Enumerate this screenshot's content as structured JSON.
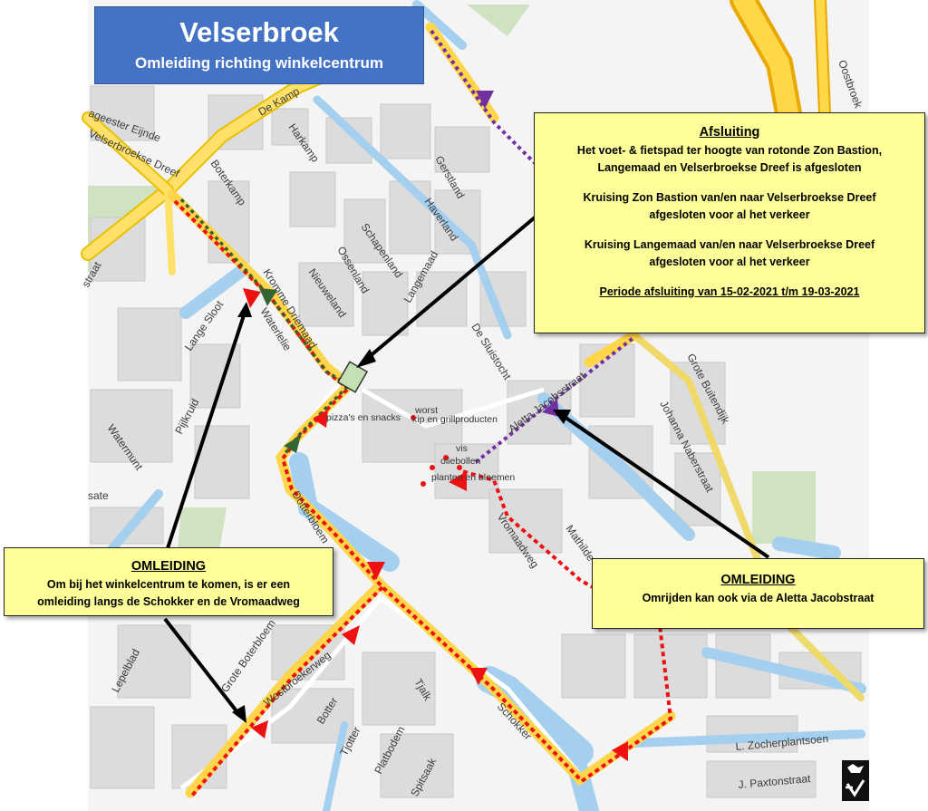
{
  "title": {
    "main": "Velserbroek",
    "sub": "Omleiding richting winkelcentrum"
  },
  "afsluiting": {
    "heading": "Afsluiting",
    "line1": "Het voet- & fietspad ter hoogte van rotonde Zon Bastion,",
    "line2": "Langemaad en Velserbroekse Dreef is afgesloten",
    "line3": "Kruising Zon Bastion van/en naar Velserbroekse Dreef",
    "line4": "afgesloten voor al het verkeer",
    "line5": "Kruising Langemaad van/en naar Velserbroekse Dreef",
    "line6": "afgesloten voor al het verkeer",
    "period": "Periode afsluiting van 15-02-2021 t/m 19-03-2021"
  },
  "omleiding_left": {
    "heading": "OMLEIDING",
    "line1": "Om bij het winkelcentrum te komen, is er een",
    "line2": "omleiding langs de Schokker en de Vromaadweg"
  },
  "omleiding_right": {
    "heading": "OMLEIDING",
    "line1": "Omrijden kan ook via de Aletta Jacobstraat"
  },
  "streets": {
    "de_kamp": "De Kamp",
    "velserbroekse_dreef": "Velserbroekse Dreef",
    "geester_eijnde": "ageester Eijnde",
    "harkamp": "Harkamp",
    "boterkamp": "Boterkamp",
    "gerstland": "Gerstland",
    "haverland": "Haverland",
    "schapenland": "Schapenland",
    "ossenland": "Ossenland",
    "langemaad": "Langemaad",
    "nieuweland": "Nieuweland",
    "kromme_driemaad": "Kromme Driemaad",
    "waterlelie": "Waterlelie",
    "lange_sloot": "Lange Sloot",
    "de_sluistocht": "De Sluistocht",
    "aletta": "Aletta Jacobsstraat",
    "johanna": "Johanna Naberstraat",
    "grote_buitendijk": "Grote Buitendijk",
    "oostbroek": "Oostbroek",
    "pijlkruid": "Pijlkruid",
    "watermunt": "Watermunt",
    "dotterbloem": "Dotterbloem",
    "vromaadweg": "Vromaadweg",
    "mathilde": "Mathilde",
    "grote_boterbloem": "Grote Boterbloem",
    "westbroekerweg": "Westbroekerweg",
    "lepelblad": "Lepelblad",
    "botter": "Botter",
    "tjalk": "Tjalk",
    "tjotter": "Tjotter",
    "platbodem": "Platbodem",
    "spitsaak": "Spitsaak",
    "schokker": "Schokker",
    "zocherplantsoen": "L. Zocherplantsoen",
    "paxtonstraat": "J. Paxtonstraat",
    "straat_left": "straat",
    "sate": "sate"
  },
  "market": {
    "worst": "worst",
    "pizza_snacks": "pizza's en snacks",
    "kip": "kip en grillproducten",
    "vis": "vis",
    "oliebollen": "oliebollen",
    "planten": "planten en bloemen"
  },
  "colors": {
    "title_bg": "#4472c4",
    "note_bg": "#ffff99",
    "detour_red": "#ee1111",
    "route_yellow": "#ffd54a",
    "green_arrow": "#336633",
    "purple_arrow": "#7030a0",
    "water": "#a5cfee",
    "block": "#d9d9d9"
  }
}
